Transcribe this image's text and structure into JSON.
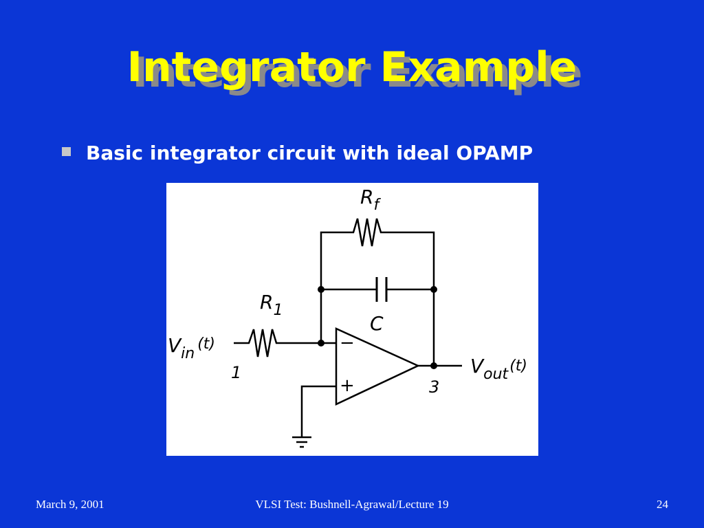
{
  "slide": {
    "title": "Integrator Example",
    "bullet": "Basic integrator circuit with ideal OPAMP"
  },
  "diagram": {
    "feedback_resistor": {
      "name": "R",
      "sub": "f"
    },
    "capacitor": "C",
    "input_resistor": {
      "name": "R",
      "sub": "1"
    },
    "input": {
      "name": "V",
      "sub": "in",
      "arg": "(t)"
    },
    "output": {
      "name": "V",
      "sub": "out",
      "arg": "(t)"
    },
    "input_node": "1",
    "output_node": "3",
    "minus_sign": "−",
    "plus_sign": "+"
  },
  "footer": {
    "date": "March 9, 2001",
    "course": "VLSI Test: Bushnell-Agrawal/Lecture 19",
    "page": "24"
  },
  "colors": {
    "background": "#0b36d6",
    "title": "#ffff00",
    "title_shadow": "#8a8a8a",
    "text": "#ffffff"
  }
}
